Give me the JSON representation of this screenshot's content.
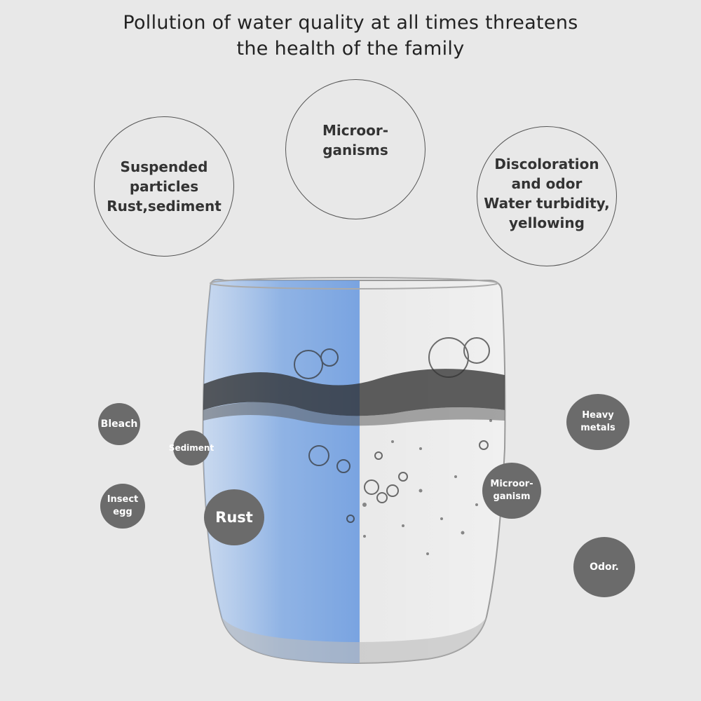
{
  "title": {
    "line1": "Pollution of water quality at all times threatens",
    "line2": "the health of the family"
  },
  "outline_circles": {
    "suspended": [
      "Suspended",
      "particles",
      "Rust,sediment"
    ],
    "micro": [
      "Microor-",
      "ganisms"
    ],
    "discolor": [
      "Discoloration",
      "and odor",
      "Water turbidity,",
      "yellowing"
    ]
  },
  "pollutant_dots": {
    "bleach": [
      "Bleach"
    ],
    "sediment": [
      "Sediment"
    ],
    "insect_egg": [
      "Insect",
      "egg"
    ],
    "rust": [
      "Rust"
    ],
    "heavy_metals": [
      "Heavy",
      "metals"
    ],
    "microorganism": [
      "Microor-",
      "ganism"
    ],
    "odor": [
      "Odor."
    ]
  },
  "colors": {
    "background": "#e8e8e8",
    "dot_fill": "#6b6b6b",
    "blue_band": "#8fb4e8"
  }
}
